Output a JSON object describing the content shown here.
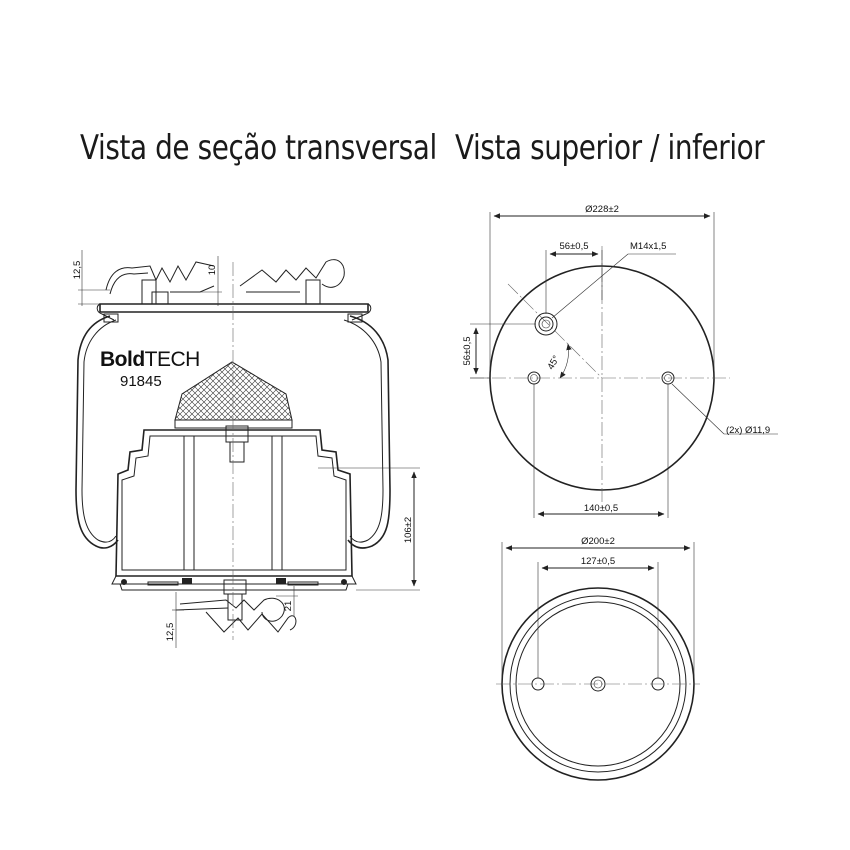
{
  "titles": {
    "section": "Vista de seção transversal",
    "top_bottom": "Vista superior / inferior"
  },
  "brand": {
    "bold": "Bold",
    "light": "TECH",
    "model": "91845"
  },
  "section_dims": {
    "top_clip_height": "12,5",
    "plate_offset": "10",
    "overall_height": "106±2",
    "bottom_offset": "21",
    "bottom_clip_height": "12,5"
  },
  "top_view_dims": {
    "diameter": "Ø228±2",
    "hole_offset_x": "56±0,5",
    "thread": "M14x1,5",
    "hole_offset_y": "56±0,5",
    "angle": "45°",
    "bolt_holes": "(2x) Ø11,9",
    "bolt_spacing": "140±0,5"
  },
  "bottom_view_dims": {
    "diameter": "Ø200±2",
    "bolt_spacing": "127±0,5"
  }
}
